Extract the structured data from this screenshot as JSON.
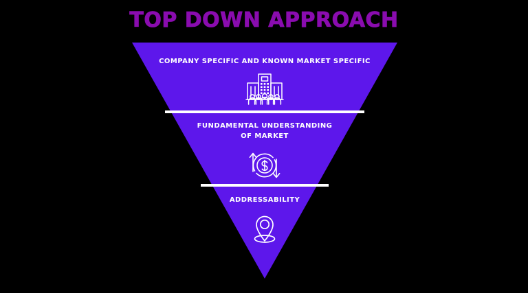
{
  "page": {
    "title": "TOP DOWN APPROACH",
    "background_color": "#000000",
    "title_color": "#8A0CAF",
    "funnel_color": "#5D17EB",
    "text_color": "#FFFFFF"
  },
  "funnel": {
    "shape": "inverted-triangle",
    "bands": [
      {
        "id": "company-specific",
        "label": "COMPANY SPECIFIC AND KNOWN MARKET SPECIFIC",
        "icon": "office-building-with-people-icon"
      },
      {
        "id": "fundamental-understanding",
        "label": "FUNDAMENTAL UNDERSTANDING\nOF MARKET",
        "icon": "dollar-circular-arrows-icon"
      },
      {
        "id": "addressability",
        "label": "ADDRESSABILITY",
        "icon": "map-location-pin-icon"
      }
    ],
    "dividers": [
      {
        "id": "divider-1"
      },
      {
        "id": "divider-2"
      }
    ]
  }
}
